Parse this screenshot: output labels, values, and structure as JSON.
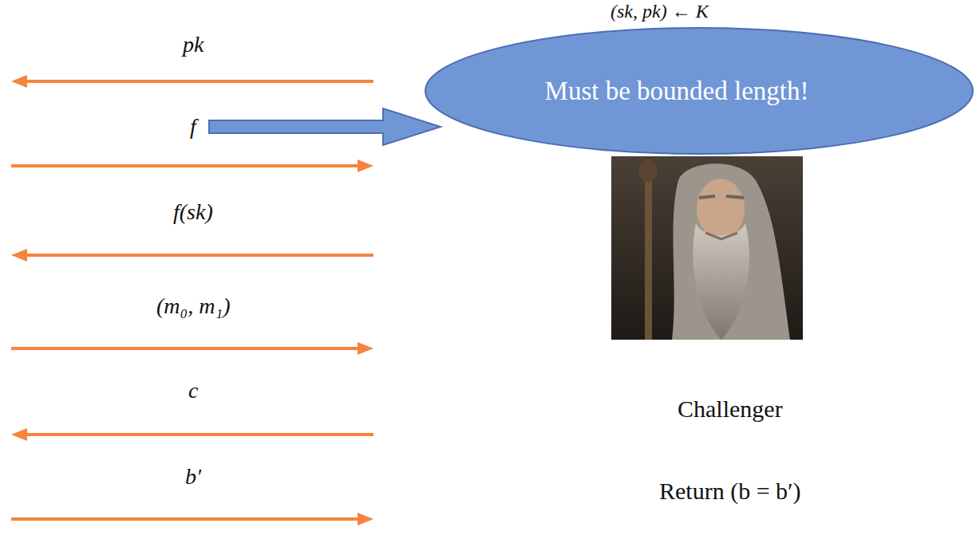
{
  "diagram": {
    "nodes": [
      {
        "text": [
          "Must be bounded length!"
        ]
      }
    ],
    "labels": [
      "(sk, pk) ← K",
      "pk",
      "f",
      "f(sk)",
      "(m₀, m₁)",
      "c",
      "b′",
      "Challenger",
      "Return (b = b′)"
    ]
  }
}
